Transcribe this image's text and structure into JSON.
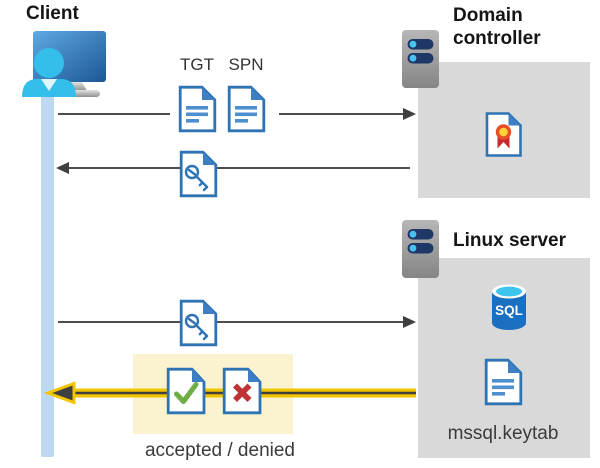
{
  "diagram": {
    "type": "kerberos-authentication-flow",
    "client": {
      "label": "Client"
    },
    "request_tickets": {
      "tgt_label": "TGT",
      "spn_label": "SPN"
    },
    "domain_controller": {
      "label": "Domain controller"
    },
    "linux_server": {
      "label": "Linux server",
      "sql_badge": "SQL",
      "keytab_caption": "mssql.keytab"
    },
    "result": {
      "caption": "accepted / denied"
    },
    "arrows": [
      {
        "from": "client",
        "to": "domain-controller",
        "direction": "right",
        "payload": "TGT + SPN request documents",
        "color": "#4D4D4D"
      },
      {
        "from": "domain-controller",
        "to": "client",
        "direction": "left",
        "payload": "key document (service ticket)",
        "color": "#4D4D4D"
      },
      {
        "from": "client",
        "to": "linux-server",
        "direction": "right",
        "payload": "key document (service ticket)",
        "color": "#4D4D4D"
      },
      {
        "from": "linux-server",
        "to": "client",
        "direction": "left",
        "payload": "accepted / denied documents",
        "color": "#F2C500"
      }
    ],
    "colors": {
      "box_gray": "#D9D9D9",
      "highlight_yellow": "#FBF3CF",
      "arrow_gray": "#4D4D4D",
      "arrow_gold": "#F2C500",
      "lifeline_blue": "#BDD9F1",
      "doc_border_blue": "#2E74B5",
      "doc_fold_blue": "#3E7EC2",
      "doc_line_blue": "#4E8FD0",
      "check_green": "#6FAE44",
      "cross_red": "#BE3434",
      "sql_cylinder_blue": "#1B6FC0",
      "sql_top_cyan": "#3EC5EE",
      "server_pill_navy": "#1E3766",
      "server_dot_cyan": "#49C3EE",
      "cert_ring_orange": "#E94E24",
      "cert_seal_yellow": "#FFD33A",
      "cert_ribbon_red": "#C9292E"
    }
  }
}
